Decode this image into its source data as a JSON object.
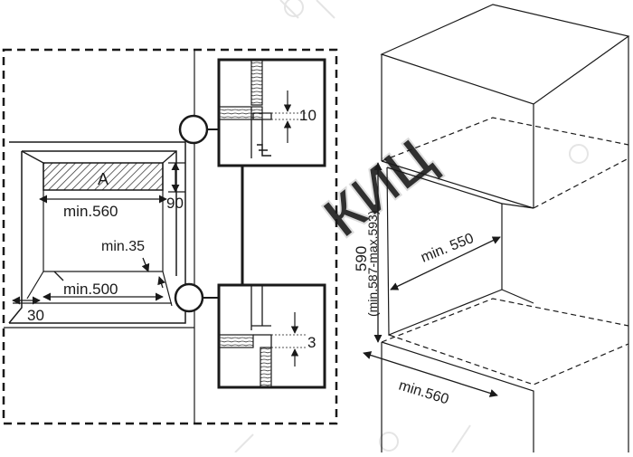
{
  "labels": {
    "a": "A",
    "min560_front": "min.560",
    "d90": "90",
    "min35": "min.35",
    "min500": "min.500",
    "d30": "30",
    "d10": "10",
    "d3": "3",
    "h590": "590",
    "h_range": "(min.587-max.593)",
    "min550": "min. 550",
    "min560_persp": "min.560"
  },
  "watermark": "КИЦ",
  "colors": {
    "line": "#1a1a1a",
    "watermark": "#d8d8d8"
  }
}
